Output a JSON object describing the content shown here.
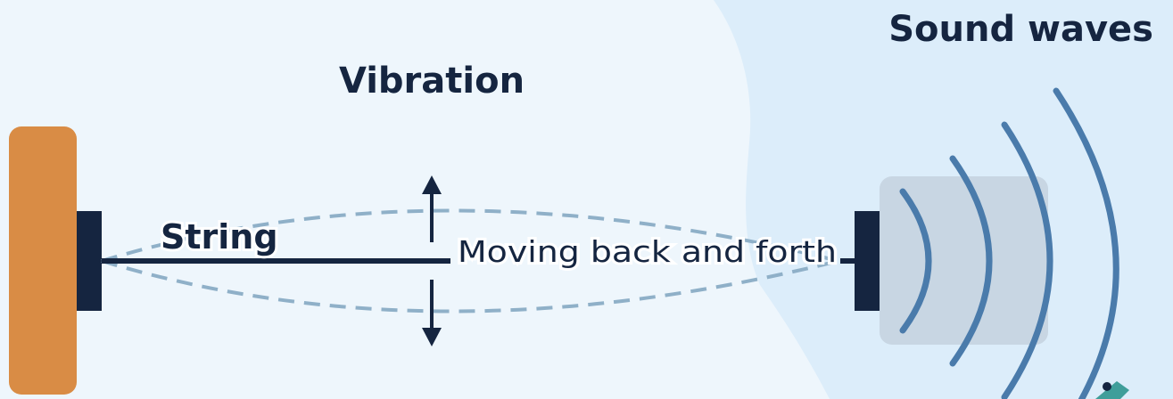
{
  "diagram": {
    "labels": {
      "vibration": "Vibration",
      "sound_waves": "Sound waves",
      "string": "String",
      "motion": "Moving back and forth"
    },
    "colors": {
      "background": "#eef6fc",
      "wave_region": "#dcedfa",
      "wood": "#d98c45",
      "dark": "#152540",
      "dashed_outline": "#8fb0c8",
      "speaker_box": "#c8d6e3",
      "sound_arcs": "#4a7bab",
      "small_figure": "#3f9e9a"
    },
    "sound_wave_count": 4
  }
}
